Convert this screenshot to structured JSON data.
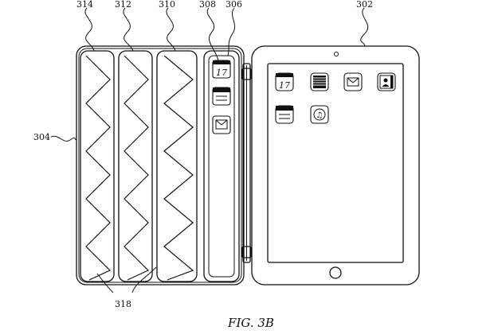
{
  "figure": {
    "caption": "FIG. 3B",
    "labels": {
      "r302": "302",
      "r304": "304",
      "r306": "306",
      "r308": "308",
      "r310": "310",
      "r312": "312",
      "r314": "314",
      "r318": "318"
    },
    "calendar_day": "17",
    "cover_panel_count": 3,
    "tablet_icons": [
      "calendar-icon",
      "notes-icon",
      "mail-icon",
      "contacts-icon",
      "notepad-icon",
      "music-icon"
    ],
    "cover_strip_icons": [
      "calendar-icon",
      "notepad-icon",
      "mail-icon"
    ]
  }
}
